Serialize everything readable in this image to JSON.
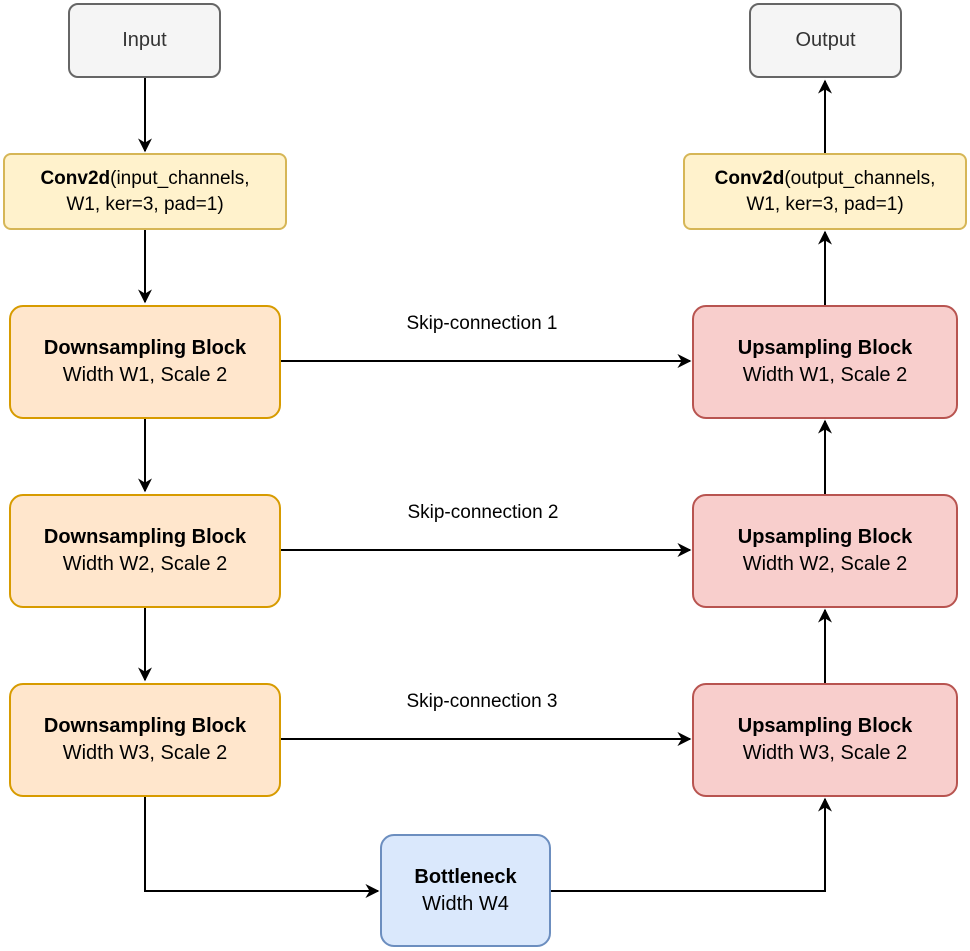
{
  "input": {
    "label": "Input"
  },
  "output": {
    "label": "Output"
  },
  "conv_in": {
    "name": "Conv2d",
    "args_line1": "(input_channels,",
    "args_line2": "W1, ker=3, pad=1)"
  },
  "conv_out": {
    "name": "Conv2d",
    "args_line1": "(output_channels,",
    "args_line2": "W1, ker=3, pad=1)"
  },
  "down": [
    {
      "title": "Downsampling Block",
      "detail": "Width W1, Scale 2"
    },
    {
      "title": "Downsampling Block",
      "detail": "Width W2, Scale 2"
    },
    {
      "title": "Downsampling Block",
      "detail": "Width W3, Scale 2"
    }
  ],
  "up": [
    {
      "title": "Upsampling Block",
      "detail": "Width W1, Scale 2"
    },
    {
      "title": "Upsampling Block",
      "detail": "Width W2, Scale 2"
    },
    {
      "title": "Upsampling Block",
      "detail": "Width W3, Scale 2"
    }
  ],
  "bottleneck": {
    "title": "Bottleneck",
    "detail": "Width W4"
  },
  "skips": [
    "Skip-connection 1",
    "Skip-connection 2",
    "Skip-connection 3"
  ],
  "colors": {
    "io_fill": "#f5f5f5",
    "io_stroke": "#666666",
    "conv_fill": "#fff2cc",
    "conv_stroke": "#d6b656",
    "down_fill": "#ffe6cc",
    "down_stroke": "#d79b00",
    "up_fill": "#f8cecc",
    "up_stroke": "#b85450",
    "bottleneck_fill": "#dae8fc",
    "bottleneck_stroke": "#6c8ebf"
  }
}
